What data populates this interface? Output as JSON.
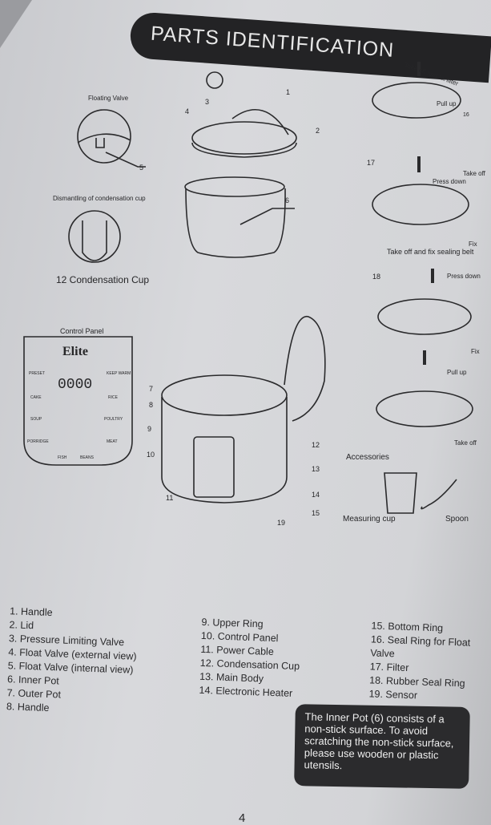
{
  "title": "PARTS IDENTIFICATION",
  "labels": {
    "floating_valve": "Floating Valve",
    "dismantling": "Dismantling of condensation cup",
    "condensation_cup": "12 Condensation Cup",
    "control_panel": "Control Panel",
    "take_off_fix_filter": "Take off and fix filter",
    "pull_up": "Pull up",
    "take_off": "Take off",
    "press_down": "Press down",
    "fix": "Fix",
    "take_off_fix_sealing": "Take off and fix sealing belt",
    "accessories": "Accessories",
    "measuring_cup": "Measuring cup",
    "spoon": "Spoon"
  },
  "control_panel": {
    "brand": "Elite",
    "display": "0000",
    "buttons": [
      "PRESET",
      "CAKE",
      "SOUP",
      "PORRIDGE",
      "KEEP WARM",
      "RICE",
      "POULTRY",
      "MEAT",
      "FISH",
      "BEANS"
    ]
  },
  "callouts": [
    "1",
    "2",
    "3",
    "4",
    "5",
    "6",
    "7",
    "8",
    "9",
    "10",
    "11",
    "12",
    "13",
    "14",
    "15",
    "16",
    "17",
    "18",
    "19"
  ],
  "parts_col1": [
    "1. Handle",
    "2. Lid",
    "3. Pressure Limiting Valve",
    "4. Float Valve (external view)",
    "5. Float Valve (internal view)",
    "6. Inner Pot",
    "7. Outer Pot",
    "8. Handle"
  ],
  "parts_col2": [
    "9. Upper Ring",
    "10. Control Panel",
    "11. Power Cable",
    "12. Condensation Cup",
    "13. Main Body",
    "14. Electronic Heater"
  ],
  "parts_col3": [
    "15. Bottom Ring",
    "16. Seal Ring for Float Valve",
    "17. Filter",
    "18. Rubber Seal Ring",
    "19. Sensor"
  ],
  "note": "The Inner Pot (6) consists of a non-stick surface. To avoid scratching the non-stick surface, please use wooden or plastic utensils.",
  "page_number": "4"
}
